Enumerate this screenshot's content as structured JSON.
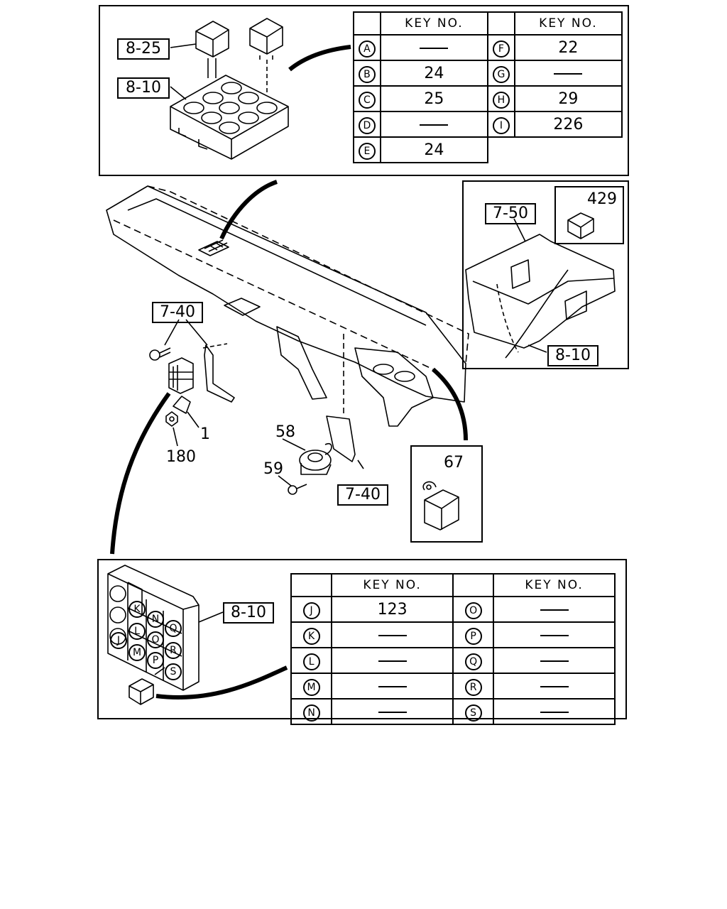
{
  "top_panel": {
    "ref_relay": "8-25",
    "ref_box": "8-10",
    "key_header": "KEY NO.",
    "rows_left": [
      {
        "letter": "A",
        "value": ""
      },
      {
        "letter": "B",
        "value": "24"
      },
      {
        "letter": "C",
        "value": "25"
      },
      {
        "letter": "D",
        "value": ""
      },
      {
        "letter": "E",
        "value": "24"
      }
    ],
    "rows_right": [
      {
        "letter": "F",
        "value": "22"
      },
      {
        "letter": "G",
        "value": ""
      },
      {
        "letter": "H",
        "value": "29"
      },
      {
        "letter": "I",
        "value": "226"
      }
    ]
  },
  "right_panel": {
    "ref_frame": "7-50",
    "ref_box": "8-10",
    "relay_number": "429"
  },
  "main": {
    "ref_bracket_left": "7-40",
    "ref_bracket_bottom": "7-40",
    "part_1": "1",
    "part_180": "180",
    "part_58": "58",
    "part_59": "59"
  },
  "unit_panel": {
    "part_67": "67"
  },
  "bottom_panel": {
    "ref_box": "8-10",
    "key_header": "KEY NO.",
    "rows_left": [
      {
        "letter": "J",
        "value": "123"
      },
      {
        "letter": "K",
        "value": ""
      },
      {
        "letter": "L",
        "value": ""
      },
      {
        "letter": "M",
        "value": ""
      },
      {
        "letter": "N",
        "value": ""
      }
    ],
    "rows_right": [
      {
        "letter": "O",
        "value": ""
      },
      {
        "letter": "P",
        "value": ""
      },
      {
        "letter": "Q",
        "value": ""
      },
      {
        "letter": "R",
        "value": ""
      },
      {
        "letter": "S",
        "value": ""
      }
    ]
  }
}
